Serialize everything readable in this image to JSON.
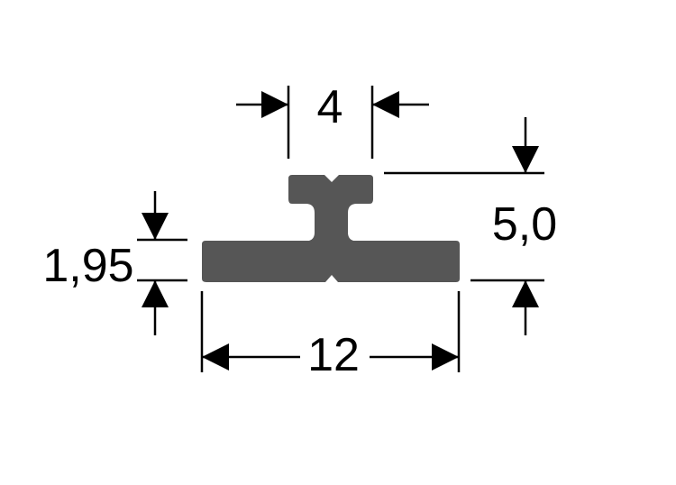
{
  "dimensions": {
    "top_width": "4",
    "total_height": "5,0",
    "base_thickness": "1,95",
    "base_width": "12"
  },
  "colors": {
    "profile_fill": "#565656",
    "line": "#000000",
    "background": "#ffffff"
  }
}
